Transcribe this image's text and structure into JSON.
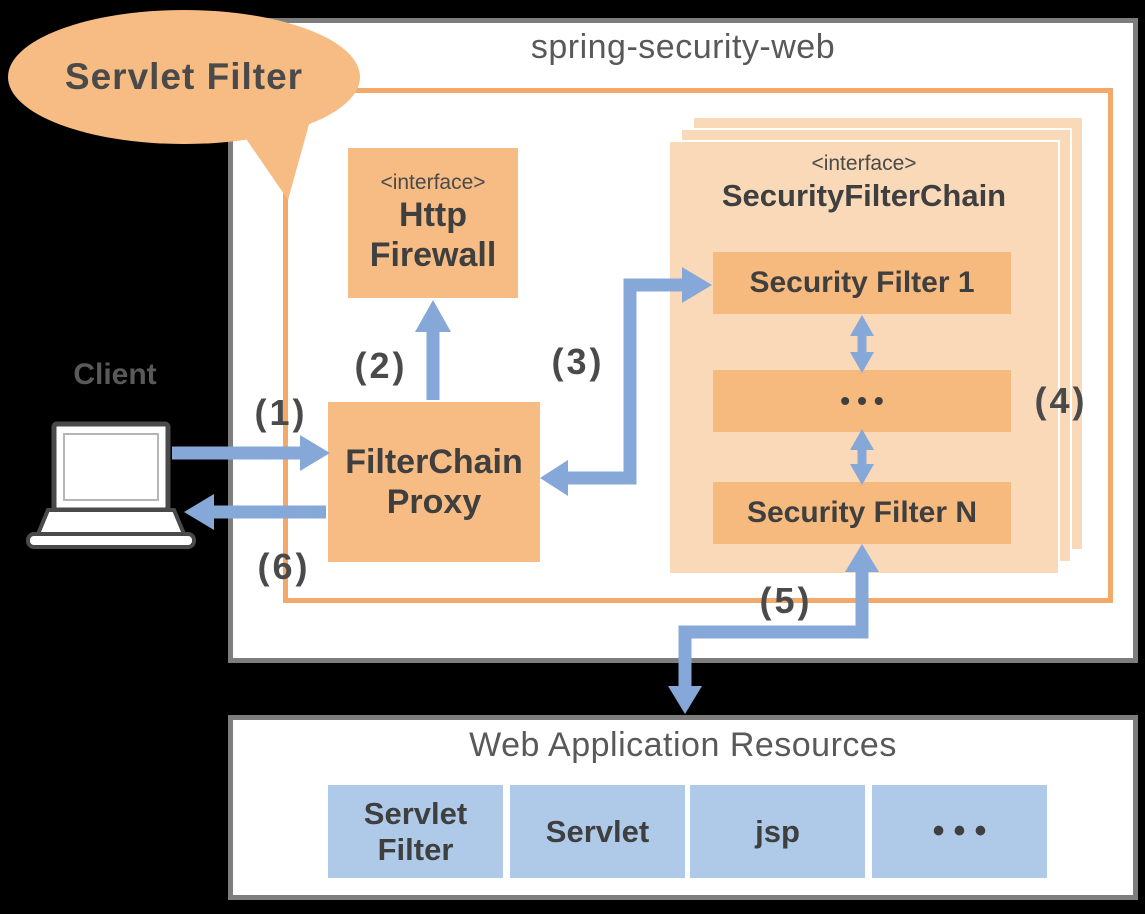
{
  "speech_bubble": {
    "label": "Servlet Filter"
  },
  "spring_security_web": {
    "title": "spring-security-web"
  },
  "client": {
    "label": "Client"
  },
  "http_firewall": {
    "stereotype": "<interface>",
    "name_line1": "Http",
    "name_line2": "Firewall"
  },
  "filter_chain_proxy": {
    "name_line1": "FilterChain",
    "name_line2": "Proxy"
  },
  "security_filter_chain": {
    "stereotype": "<interface>",
    "title": "SecurityFilterChain",
    "filters": [
      "Security Filter 1",
      "•••",
      "Security Filter N"
    ]
  },
  "flow_labels": {
    "step1": "(1)",
    "step2": "(2)",
    "step3": "(3)",
    "step4": "(4)",
    "step5": "(5)",
    "step6": "(6)"
  },
  "web_application_resources": {
    "title": "Web Application Resources",
    "items": [
      "Servlet\nFilter",
      "Servlet",
      "jsp",
      "•••"
    ]
  },
  "colors": {
    "orange_box": "#f6bc84",
    "panel_orange": "#fad9b8",
    "orange_border": "#f2a969",
    "gray_border": "#7d7d7d",
    "blue_box": "#afcae9",
    "arrow_blue": "#86a8d8"
  }
}
